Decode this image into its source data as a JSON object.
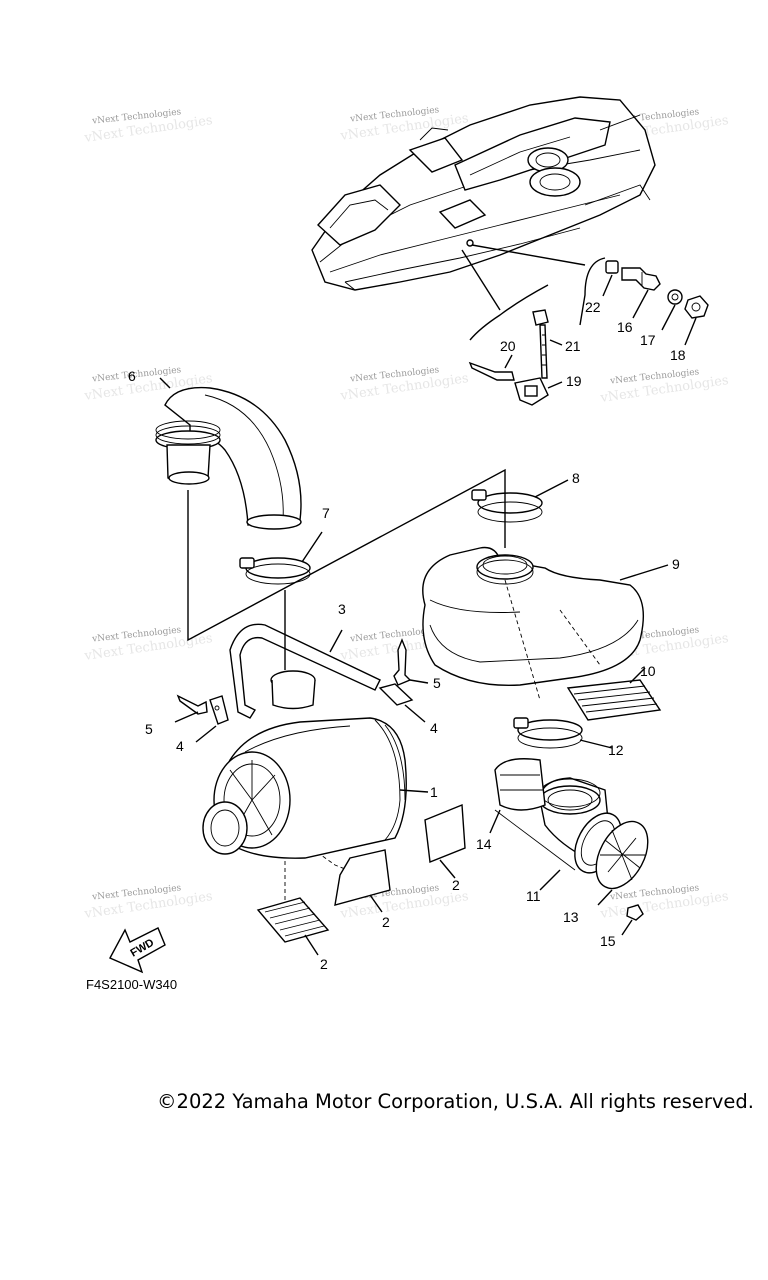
{
  "diagram_code": "F4S2100-W340",
  "copyright": "©2022 Yamaha Motor Corporation, U.S.A. All rights reserved.",
  "watermark": "vNext Technologies",
  "fwd_label": "FWD",
  "callouts": {
    "c1": "1",
    "c2a": "2",
    "c2b": "2",
    "c2c": "2",
    "c3": "3",
    "c4a": "4",
    "c4b": "4",
    "c5a": "5",
    "c5b": "5",
    "c6": "6",
    "c7": "7",
    "c8": "8",
    "c9": "9",
    "c10": "10",
    "c11": "11",
    "c12": "12",
    "c13": "13",
    "c14": "14",
    "c15": "15",
    "c16": "16",
    "c17": "17",
    "c18": "18",
    "c19": "19",
    "c20": "20",
    "c21": "21",
    "c22": "22"
  }
}
